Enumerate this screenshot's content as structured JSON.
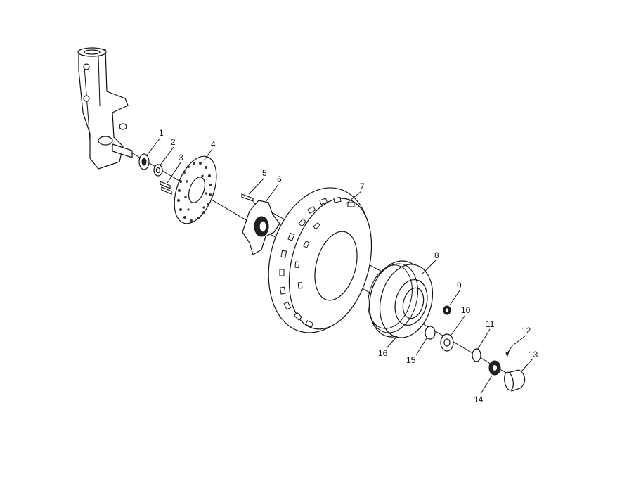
{
  "callouts": {
    "p1": "1",
    "p2": "2",
    "p3": "3",
    "p4": "4",
    "p5": "5",
    "p6": "6",
    "p7": "7",
    "p8": "8",
    "p9": "9",
    "p10": "10",
    "p11": "11",
    "p12": "12",
    "p13": "13",
    "p14": "14",
    "p15": "15",
    "p16": "16"
  }
}
